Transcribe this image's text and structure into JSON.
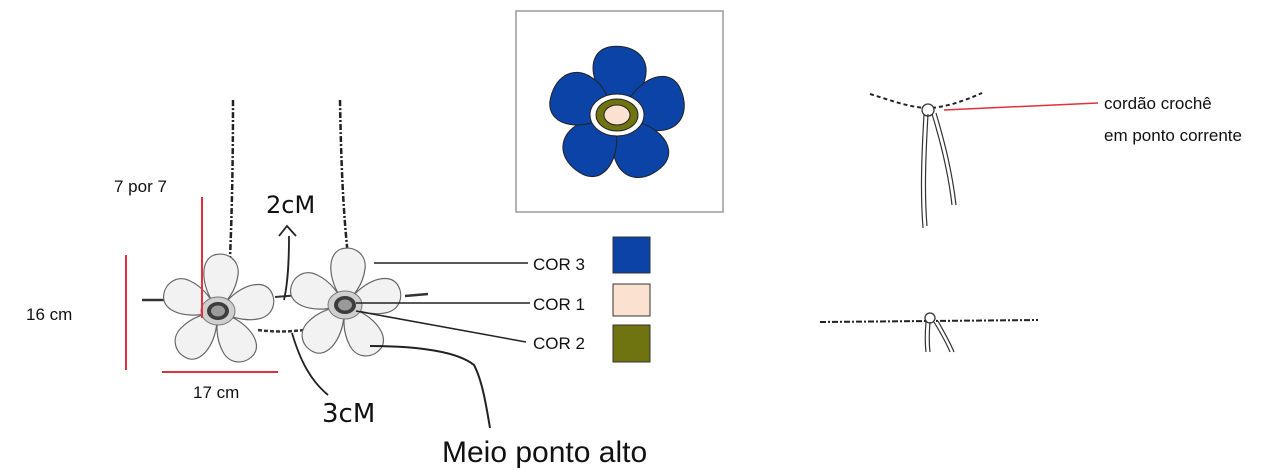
{
  "labels": {
    "size_7x7": "7 por 7",
    "height_16": "16 cm",
    "width_17": "17 cm",
    "gap_2cm": "2cM",
    "gap_3cm": "3cM",
    "stitch": "Meio ponto alto",
    "cord_line1": "cordão crochê",
    "cord_line2": "em ponto corrente"
  },
  "swatches": [
    {
      "label": "COR 3",
      "color": "#0b43a6"
    },
    {
      "label": "COR 1",
      "color": "#fbe1cf"
    },
    {
      "label": "COR 2",
      "color": "#6f7410"
    }
  ],
  "colors": {
    "petal_blue": "#0b43a6",
    "center_cream": "#fbe1cf",
    "center_olive": "#6f7410",
    "measure_red": "#e2313b"
  }
}
